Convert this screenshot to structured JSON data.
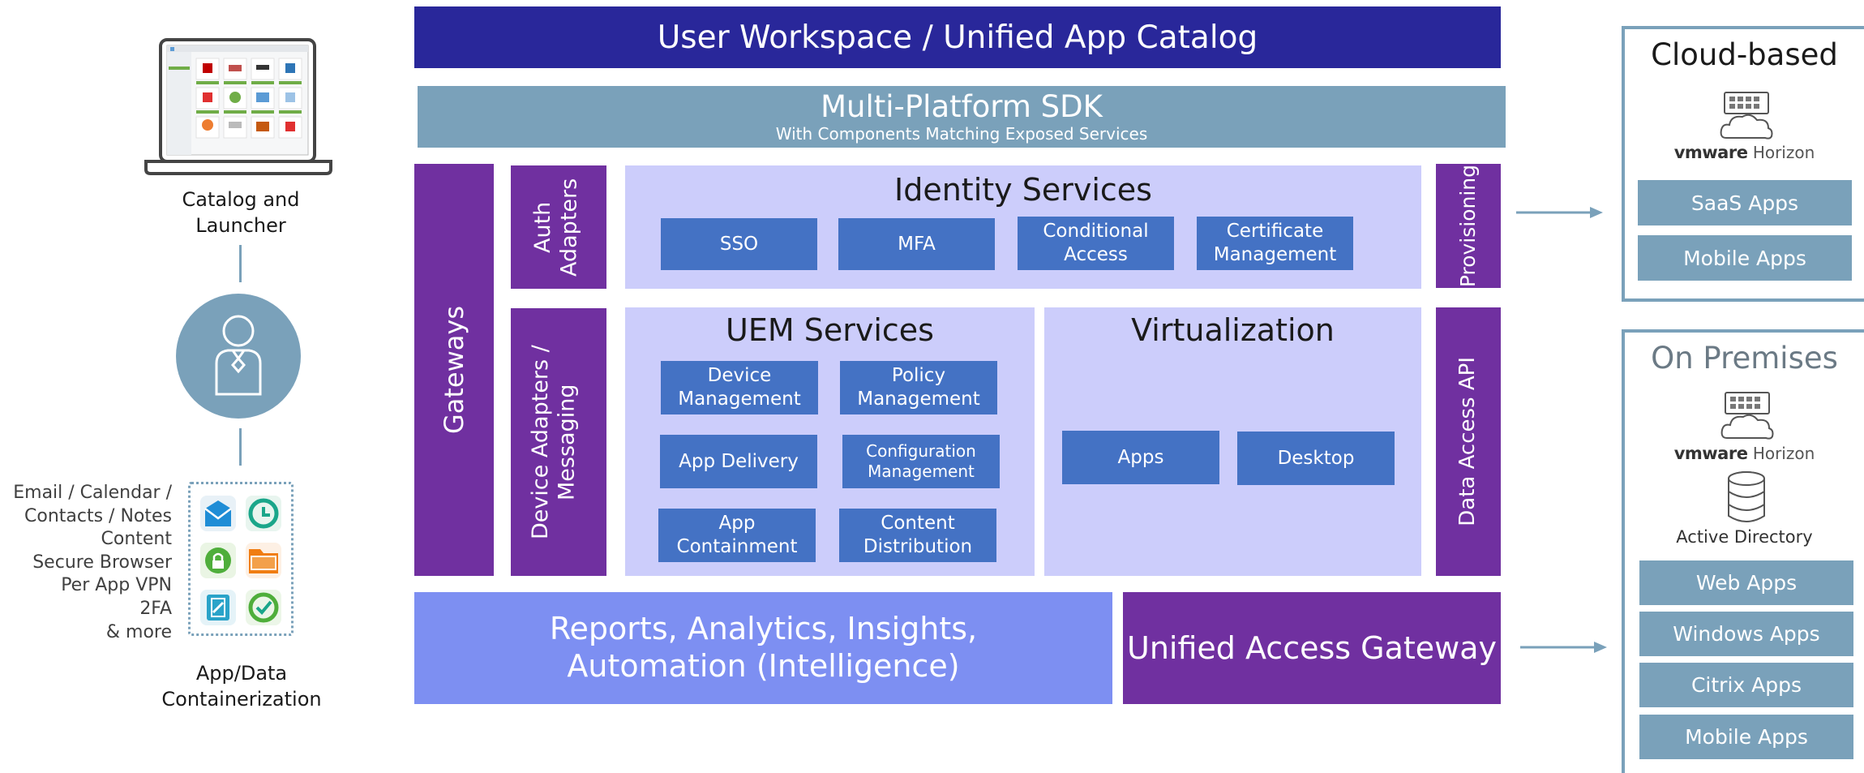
{
  "workspace": {
    "label": "User Workspace / Unified App Catalog"
  },
  "sdk": {
    "title": "Multi-Platform SDK",
    "subtitle": "With Components Matching Exposed Services"
  },
  "gateways": {
    "label": "Gateways"
  },
  "auth_adapters": {
    "label": "Auth Adapters"
  },
  "device_adapters": {
    "label": "Device Adapters / Messaging"
  },
  "provisioning": {
    "label": "Provisioning"
  },
  "data_access_api": {
    "label": "Data Access API"
  },
  "identity": {
    "title": "Identity Services",
    "items": [
      "SSO",
      "MFA",
      "Conditional Access",
      "Certificate Management"
    ]
  },
  "uem": {
    "title": "UEM Services",
    "items": [
      "Device Management",
      "Policy Management",
      "App Delivery",
      "Configuration Management",
      "App Containment",
      "Content Distribution"
    ]
  },
  "virtualization": {
    "title": "Virtualization",
    "items": [
      "Apps",
      "Desktop"
    ]
  },
  "reports": {
    "label": "Reports, Analytics, Insights, Automation (Intelligence)"
  },
  "uag": {
    "label": "Unified Access Gateway"
  },
  "cloud": {
    "title": "Cloud-based",
    "vmware": "vmware",
    "horizon": "Horizon",
    "apps": [
      "SaaS Apps",
      "Mobile Apps"
    ]
  },
  "onprem": {
    "title": "On Premises",
    "vmware": "vmware",
    "horizon": "Horizon",
    "directory": "Active Directory",
    "apps": [
      "Web Apps",
      "Windows Apps",
      "Citrix Apps",
      "Mobile Apps"
    ]
  },
  "left": {
    "catalog": "Catalog and Launcher",
    "features": [
      "Email / Calendar /",
      "Contacts / Notes",
      "Content",
      "Secure Browser",
      "Per App VPN",
      "2FA",
      "& more"
    ],
    "containerization": "App/Data Containerization"
  },
  "colors": {
    "navy": "#29279a",
    "steel": "#7aa1ba",
    "purple": "#7030a0",
    "lavender": "#cccdfb",
    "service_blue": "#4472c4",
    "periwinkle": "#7d8ff2"
  }
}
